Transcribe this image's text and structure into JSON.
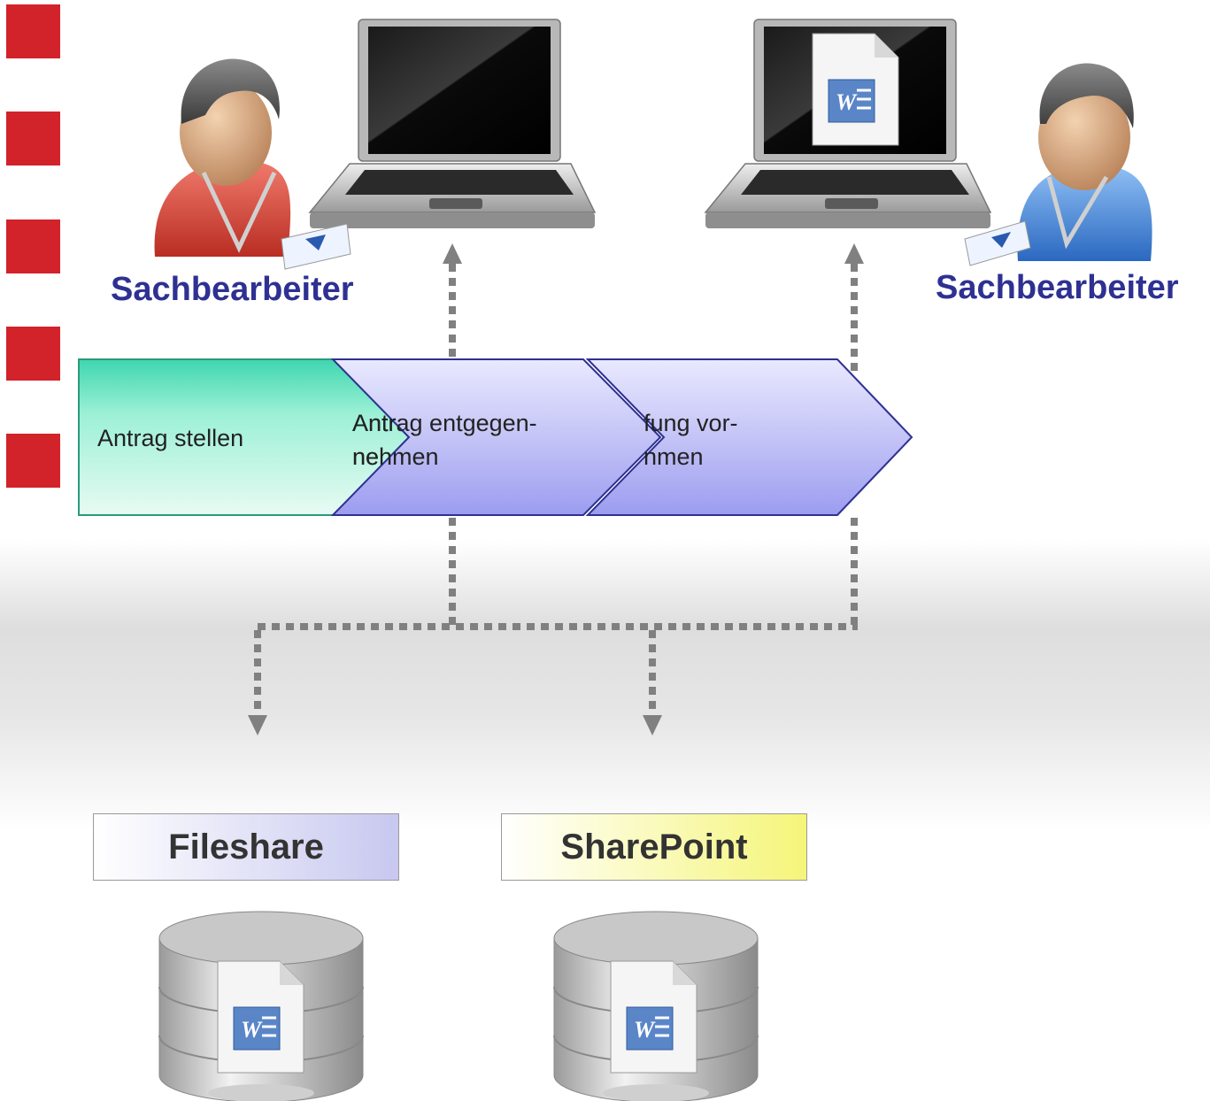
{
  "actors": [
    {
      "label": "Sachbearbeiter",
      "color": "#d9453b"
    },
    {
      "label": "Sachbearbeiter",
      "color": "#3f7fd0"
    }
  ],
  "process_steps": [
    {
      "label_line1": "Antrag stellen",
      "label_line2": "",
      "color": "#7ee8c8"
    },
    {
      "label_line1": "Antrag entgegen-",
      "label_line2": "nehmen",
      "overlap_fragment_1": "Antr",
      "overlap_fragment_2": "ne",
      "color": "#b3b3f5"
    },
    {
      "label_line1": "fung vor-",
      "label_line2": "nmen",
      "color": "#b3b3f5"
    }
  ],
  "stores": [
    {
      "label": "Fileshare",
      "color": "#c8c8f0"
    },
    {
      "label": "SharePoint",
      "color": "#f5f57a"
    }
  ],
  "colors": {
    "accent_red": "#d2232a",
    "label_blue": "#2e3192",
    "connector_gray": "#808080"
  },
  "icons": [
    "laptop-icon",
    "word-document-icon",
    "database-icon",
    "person-icon"
  ]
}
